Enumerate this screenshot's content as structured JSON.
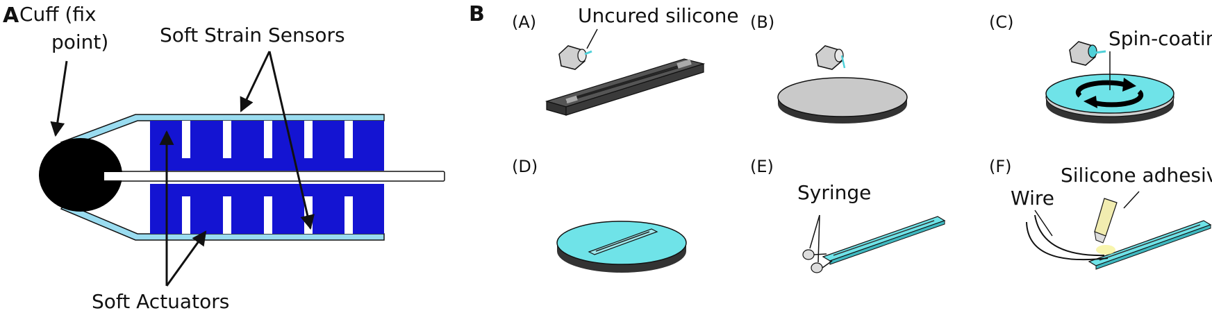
{
  "panel_a": {
    "letter": "A",
    "cuff_line1": "Cuff (fix",
    "cuff_line2": "point)",
    "sensors_label": "Soft Strain Sensors",
    "actuators_label": "Soft Actuators"
  },
  "panel_b": {
    "letter": "B",
    "steps": [
      {
        "tag": "(A)",
        "label": "Uncured silicone"
      },
      {
        "tag": "(B)",
        "label": ""
      },
      {
        "tag": "(C)",
        "label": "Spin-coating"
      },
      {
        "tag": "(D)",
        "label": ""
      },
      {
        "tag": "(E)",
        "label": "Syringe"
      },
      {
        "tag": "(F)",
        "label": "Silicone adhesive",
        "label2": "Wire"
      }
    ]
  },
  "colors": {
    "actuator_blue": "#1414d2",
    "sensor_cyan": "#9adcf0",
    "silicone_cyan": "#6fe3e8",
    "plate_grey": "#c9c9c9",
    "base_dark": "#3c3c3c"
  }
}
